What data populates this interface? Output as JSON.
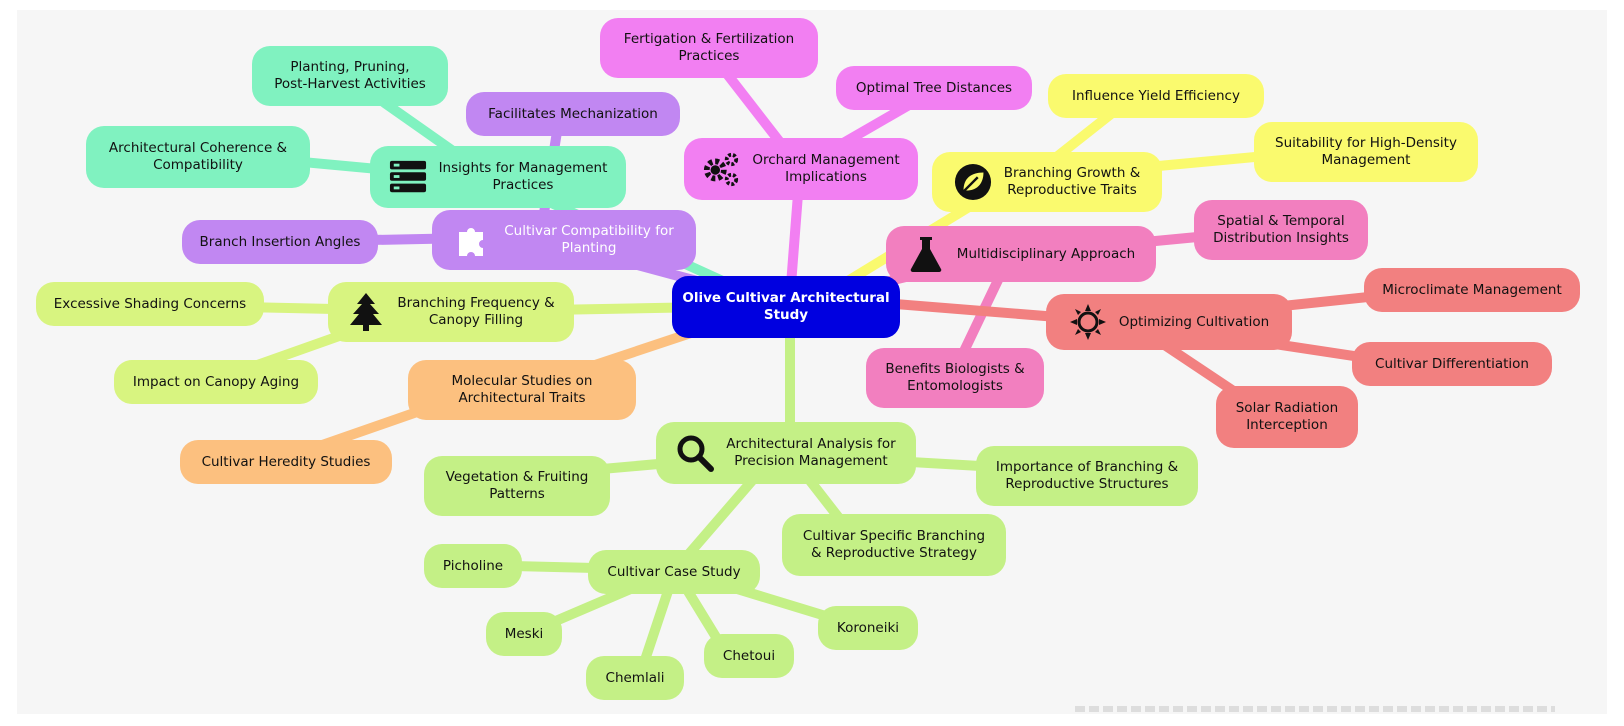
{
  "colors": {
    "root": "#0000e0",
    "teal": "#80f2c0",
    "purple": "#c187f2",
    "magenta": "#f27ff2",
    "yellow": "#fafa6e",
    "pink": "#f27fbf",
    "salmon": "#f28080",
    "lime": "#d8f480",
    "green": "#c4f086",
    "orange": "#fcc07f"
  },
  "root": {
    "label": "Olive Cultivar Architectural\nStudy"
  },
  "nodes": {
    "insights": "Insights for Management\nPractices",
    "planting": "Planting, Pruning,\nPost-Harvest Activities",
    "coherence": "Architectural Coherence &\nCompatibility",
    "facilitates": "Facilitates Mechanization",
    "compat": "Cultivar Compatibility for\nPlanting",
    "branch_angles": "Branch Insertion Angles",
    "fertigation": "Fertigation & Fertilization\nPractices",
    "orchard": "Orchard Management\nImplications",
    "tree_dist": "Optimal Tree Distances",
    "branching_growth": "Branching Growth &\nReproductive Traits",
    "yield": "Influence Yield Efficiency",
    "high_density": "Suitability for High-Density\nManagement",
    "multi": "Multidisciplinary Approach",
    "spatial": "Spatial & Temporal\nDistribution Insights",
    "biologists": "Benefits Biologists &\nEntomologists",
    "optimizing": "Optimizing Cultivation",
    "microclimate": "Microclimate Management",
    "cultivar_diff": "Cultivar Differentiation",
    "solar": "Solar Radiation\nInterception",
    "freq": "Branching Frequency &\nCanopy Filling",
    "shading": "Excessive Shading Concerns",
    "aging": "Impact on Canopy Aging",
    "molecular": "Molecular Studies on\nArchitectural Traits",
    "heredity": "Cultivar Heredity Studies",
    "analysis": "Architectural Analysis for\nPrecision Management",
    "vegetation": "Vegetation & Fruiting\nPatterns",
    "importance": "Importance of Branching &\nReproductive Structures",
    "specific": "Cultivar Specific Branching\n& Reproductive Strategy",
    "case": "Cultivar Case Study",
    "picholine": "Picholine",
    "meski": "Meski",
    "chemlali": "Chemlali",
    "chetoui": "Chetoui",
    "koroneiki": "Koroneiki"
  },
  "icons": {
    "insights": "server-icon",
    "compat": "puzzle-icon",
    "orchard": "gears-icon",
    "branching_growth": "leaf-icon",
    "multi": "flask-icon",
    "optimizing": "sun-icon",
    "freq": "tree-icon",
    "analysis": "magnifier-icon"
  }
}
